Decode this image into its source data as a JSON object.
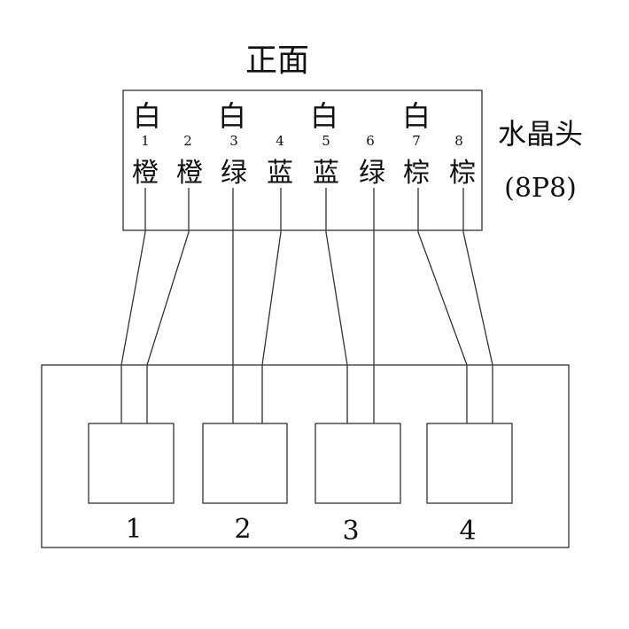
{
  "title": "正面",
  "connector": {
    "label": "水晶头",
    "sublabel": "(8P8)",
    "white_labels": [
      "白",
      "白",
      "白",
      "白"
    ],
    "pins": [
      {
        "num": "1",
        "color": "橙"
      },
      {
        "num": "2",
        "color": "橙"
      },
      {
        "num": "3",
        "color": "绿"
      },
      {
        "num": "4",
        "color": "蓝"
      },
      {
        "num": "5",
        "color": "蓝"
      },
      {
        "num": "6",
        "color": "绿"
      },
      {
        "num": "7",
        "color": "棕"
      },
      {
        "num": "8",
        "color": "棕"
      }
    ]
  },
  "ports": [
    {
      "label": "1"
    },
    {
      "label": "2"
    },
    {
      "label": "3"
    },
    {
      "label": "4"
    }
  ]
}
